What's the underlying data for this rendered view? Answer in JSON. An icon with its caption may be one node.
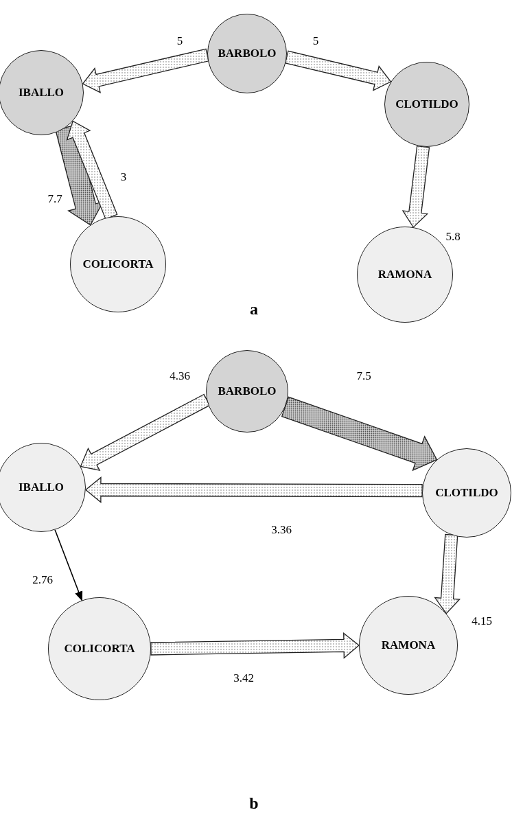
{
  "diagram": {
    "nodes": [
      {
        "text": [
          "BARBOLO"
        ]
      },
      {
        "text": [
          "IBALLO"
        ]
      },
      {
        "text": [
          "CLOTILDO"
        ]
      },
      {
        "text": [
          "COLICORTA"
        ]
      },
      {
        "text": [
          "RAMONA"
        ]
      },
      {
        "text": [
          "BARBOLO"
        ]
      },
      {
        "text": [
          "IBALLO"
        ]
      },
      {
        "text": [
          "CLOTILDO"
        ]
      },
      {
        "text": [
          "COLICORTA"
        ]
      },
      {
        "text": [
          "RAMONA"
        ]
      }
    ],
    "edges": [
      {
        "from": 0,
        "to": 1,
        "arrow": "to",
        "label": "5"
      },
      {
        "from": 0,
        "to": 2,
        "arrow": "to",
        "label": "5"
      },
      {
        "from": 1,
        "to": 3,
        "arrow": "to",
        "label": "7.7",
        "style": "thick"
      },
      {
        "from": 3,
        "to": 1,
        "arrow": "to",
        "label": "3"
      },
      {
        "from": 2,
        "to": 4,
        "arrow": "to",
        "label": "5.8"
      },
      {
        "from": 5,
        "to": 6,
        "arrow": "to",
        "label": "4.36"
      },
      {
        "from": 5,
        "to": 7,
        "arrow": "to",
        "label": "7.5",
        "style": "thick"
      },
      {
        "from": 7,
        "to": 6,
        "arrow": "to",
        "label": "3.36"
      },
      {
        "from": 6,
        "to": 8,
        "arrow": "to",
        "label": "2.76",
        "color": "#000000"
      },
      {
        "from": 7,
        "to": 9,
        "arrow": "to",
        "label": "4.15"
      },
      {
        "from": 8,
        "to": 9,
        "arrow": "to",
        "label": "3.42"
      }
    ],
    "labels": [
      "a",
      "b"
    ]
  }
}
